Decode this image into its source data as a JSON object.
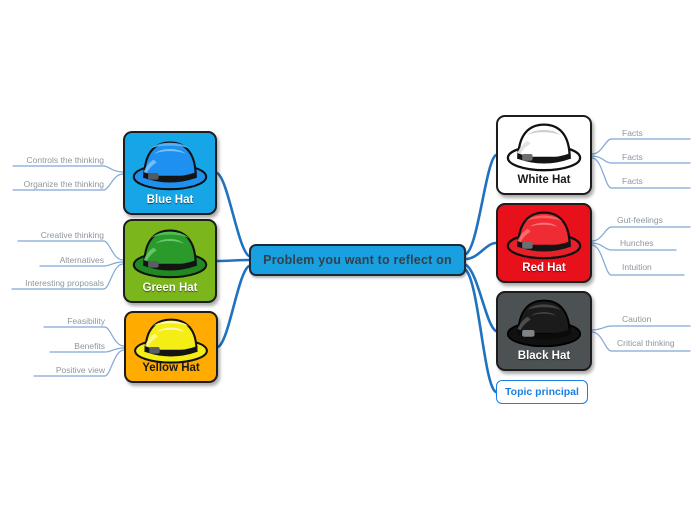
{
  "diagram": {
    "title": "Six Thinking Hats mind map",
    "center": {
      "label": "Problem you want to reflect on",
      "fill": "#18a0e0",
      "text_color": "#33414d"
    },
    "extra_node": {
      "label": "Topic principal",
      "fill": "#ffffff",
      "border": "#1a7fe0",
      "text_color": "#1a7fe0"
    },
    "branches": [
      {
        "id": "blue",
        "label": "Blue Hat",
        "side": "left",
        "fill": "#16a6e8",
        "hat_color": "#1e90ef",
        "label_color": "#ffffff",
        "leaves": [
          "Controls the thinking",
          "Organize the thinking"
        ]
      },
      {
        "id": "green",
        "label": "Green Hat",
        "side": "left",
        "fill": "#7bb71c",
        "hat_color": "#1f8a1f",
        "label_color": "#ffffff",
        "leaves": [
          "Creative thinking",
          "Alternatives",
          "Interesting proposals"
        ]
      },
      {
        "id": "yellow",
        "label": "Yellow Hat",
        "side": "left",
        "fill": "#ffab00",
        "hat_color": "#f5ee16",
        "label_color": "#1a1a1a",
        "leaves": [
          "Feasibility",
          "Benefits",
          "Positive view"
        ]
      },
      {
        "id": "white",
        "label": "White Hat",
        "side": "right",
        "fill": "#ffffff",
        "hat_color": "#fdfdfd",
        "label_color": "#1a1a1a",
        "leaves": [
          "Facts",
          "Facts",
          "Facts"
        ]
      },
      {
        "id": "red",
        "label": "Red Hat",
        "side": "right",
        "fill": "#e8101b",
        "hat_color": "#e8202a",
        "label_color": "#ffffff",
        "leaves": [
          "Gut-feelings",
          "Hunches",
          "Intuition"
        ]
      },
      {
        "id": "black",
        "label": "Black Hat",
        "side": "right",
        "fill": "#4c5153",
        "hat_color": "#151515",
        "label_color": "#ffffff",
        "leaves": [
          "Caution",
          "Critical thinking"
        ]
      }
    ],
    "colors": {
      "connector_main": "#1f72c0",
      "connector_leaf": "#7fa8d6",
      "leaf_text": "#8c96a0",
      "background": "#ffffff"
    }
  }
}
